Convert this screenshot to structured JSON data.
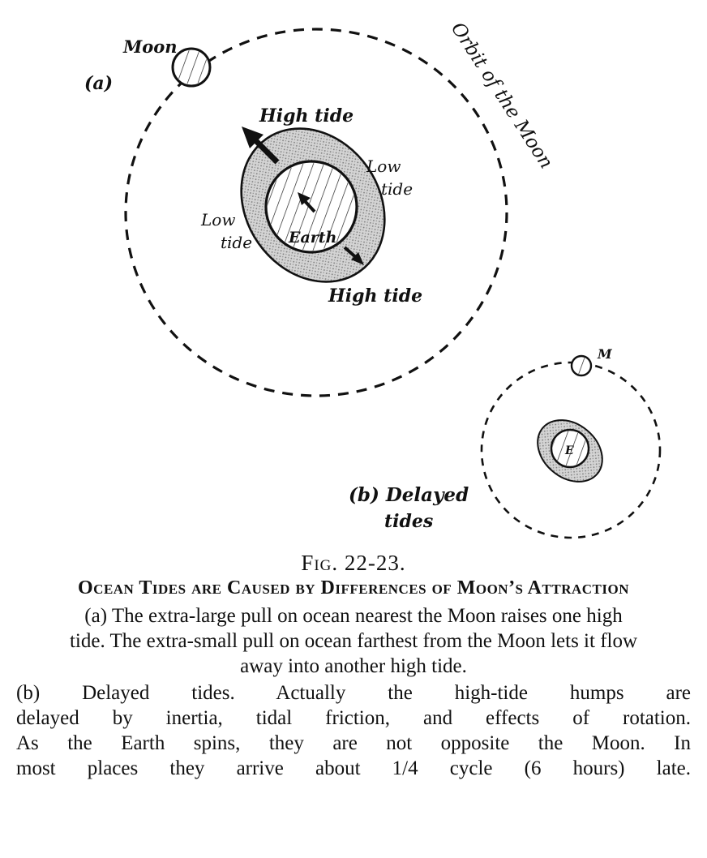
{
  "diagram": {
    "labels": {
      "a": "(a)",
      "moon": "Moon",
      "orbit": "Orbit of the Moon",
      "high_tide_top": "High tide",
      "high_tide_bottom": "High tide",
      "low_tide_left_1": "Low",
      "low_tide_left_2": "tide",
      "low_tide_right_1": "Low",
      "low_tide_right_2": "tide",
      "earth": "Earth",
      "b_1": "(b) Delayed",
      "b_2": "tides",
      "m": "M",
      "e": "E"
    },
    "colors": {
      "ink": "#111111",
      "ocean": "#c9c9c9"
    }
  },
  "caption": {
    "fig_number": "Fig. 22-23.",
    "title": "Ocean Tides are Caused by Differences of Moon’s Attraction",
    "para_a": "(a) The extra-large pull on ocean nearest the Moon raises one high tide. The extra-small pull on ocean farthest from the Moon lets it flow away into another high tide.",
    "para_b_lines": [
      "(b) Delayed tides. Actually the high-tide humps are",
      "delayed by inertia, tidal friction, and effects of rotation.",
      "As the Earth spins, they are not opposite the Moon. In",
      "most places they arrive about 1/4 cycle (6 hours) late."
    ]
  }
}
